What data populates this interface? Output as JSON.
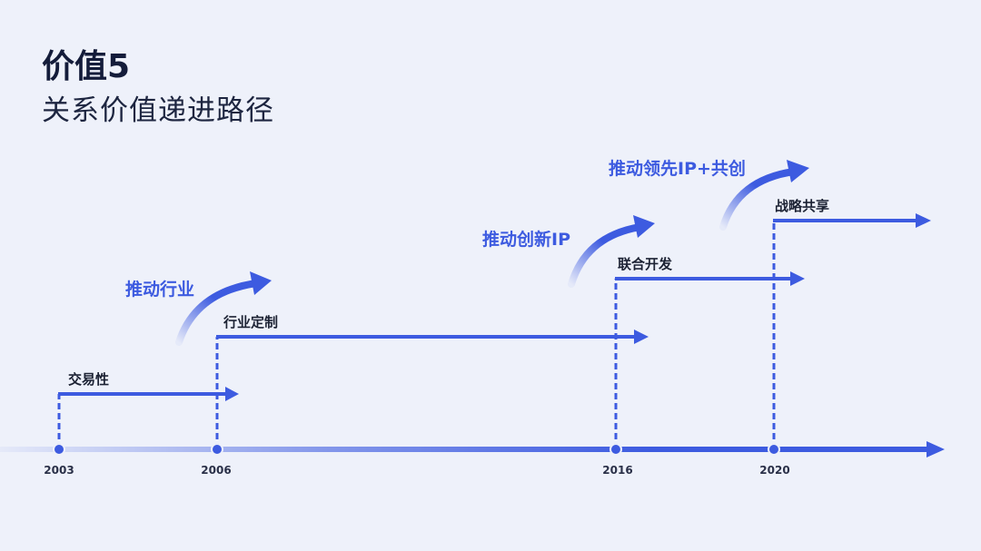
{
  "header": {
    "title": "价值5",
    "subtitle": "关系价值递进路径"
  },
  "colors": {
    "accent": "#3d5be0",
    "background": "#eef1fa"
  },
  "timeline": {
    "years": [
      "2003",
      "2006",
      "2016",
      "2020"
    ],
    "stages": [
      "交易性",
      "行业定制",
      "联合开发",
      "战略共享"
    ],
    "drivers": [
      "推动行业",
      "推动创新IP",
      "推动领先IP+共创"
    ]
  }
}
